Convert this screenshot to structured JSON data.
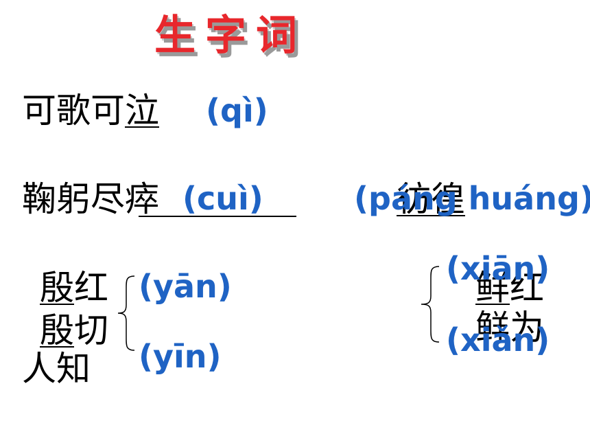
{
  "title": "生字词",
  "items": {
    "row1": {
      "prefix": "可歌可",
      "underlined": "泣",
      "pinyin": "(qì)"
    },
    "row2": {
      "prefix": "鞠躬尽",
      "underlined": "瘁",
      "pinyin": "(cuì)"
    },
    "row2b": {
      "pinyin": "(páng huáng)",
      "underlined": "彷徨"
    },
    "group_left": {
      "word1_underlined": "殷",
      "word1_rest": "红",
      "word2_underlined": "殷",
      "word2_rest": "切",
      "word3": "人知",
      "pinyin1": "(yān)",
      "pinyin2": "(yīn)"
    },
    "group_right": {
      "word1_underlined": "鲜",
      "word1_rest": "红",
      "word2": "鲜为",
      "pinyin1": "(xiān)",
      "pinyin2": "(xiǎn)"
    }
  }
}
